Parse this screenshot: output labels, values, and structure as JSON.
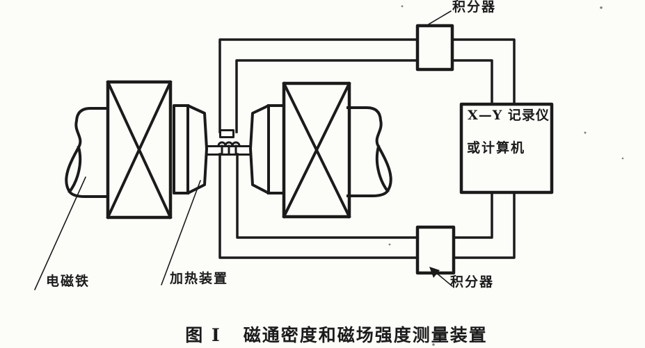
{
  "figure": {
    "caption": "图 I   磁通密度和磁场强度测量装置",
    "labels": {
      "integrator_top": "积分器",
      "integrator_bottom": "积分器",
      "electromagnet": "电磁铁",
      "heater": "加热装置"
    },
    "recorder": {
      "line1": "X—Y 记录仪",
      "line2": "或计算机"
    },
    "colors": {
      "ink": "#1b1b1b",
      "paper": "#fcfcf9"
    }
  }
}
